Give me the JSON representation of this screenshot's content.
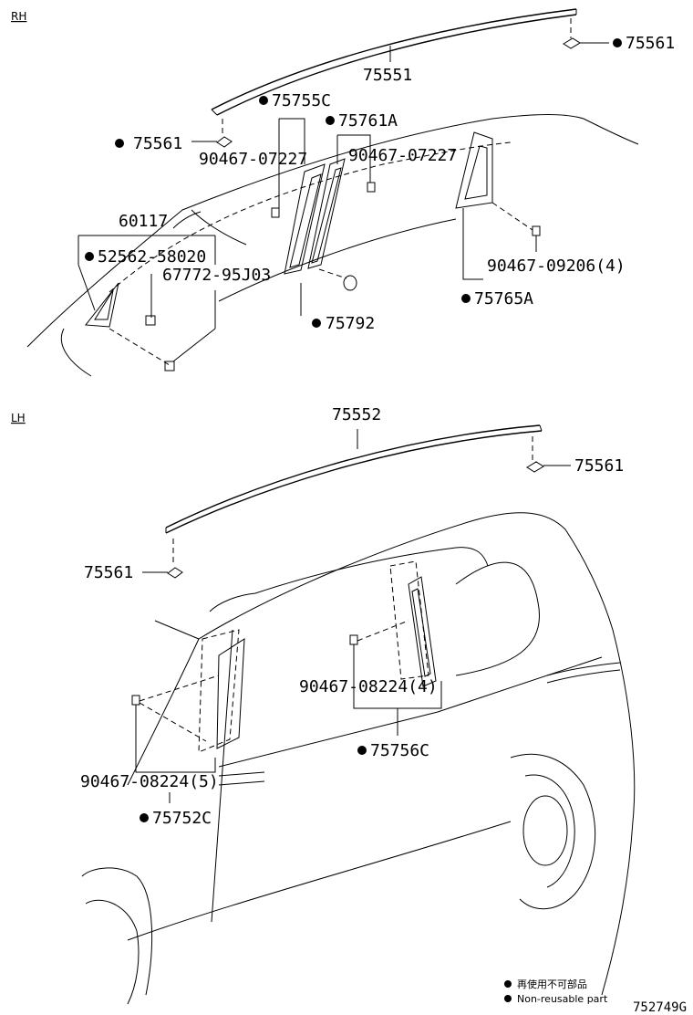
{
  "sections": {
    "rh": "RH",
    "lh": "LH"
  },
  "rh_labels": {
    "p75561_right": "75561",
    "p75551": "75551",
    "p75755c": "75755C",
    "p75561_left": "75561",
    "p75761a": "75761A",
    "p90467_07227_a": "90467-07227",
    "p90467_07227_b": "90467-07227",
    "p60117": "60117",
    "p52562_58020": "52562-58020",
    "p67772_95j03": "67772-95J03",
    "p90467_09206": "90467-09206(4)",
    "p75765a": "75765A",
    "p75792": "75792"
  },
  "lh_labels": {
    "p75552": "75552",
    "p75561_right": "75561",
    "p75561_left": "75561",
    "p90467_08224_4": "90467-08224(4)",
    "p75756c": "75756C",
    "p90467_08224_5": "90467-08224(5)",
    "p75752c": "75752C"
  },
  "legend": {
    "line_jp": "再使用不可部品",
    "line_en": "Non-reusable part"
  },
  "diagram_code": "752749G"
}
